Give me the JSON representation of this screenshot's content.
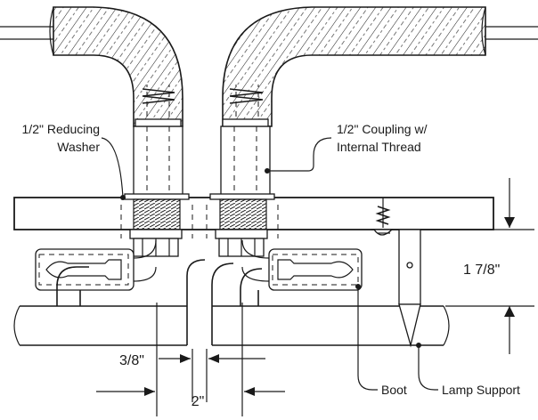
{
  "labels": {
    "reducing_washer_line1": "1/2\" Reducing",
    "reducing_washer_line2": "Washer",
    "coupling_line1": "1/2\" Coupling w/",
    "coupling_line2": "Internal Thread",
    "boot": "Boot",
    "lamp_support": "Lamp Support"
  },
  "dimensions": {
    "height": "1 7/8\"",
    "offset": "3/8\"",
    "spacing": "2\""
  }
}
